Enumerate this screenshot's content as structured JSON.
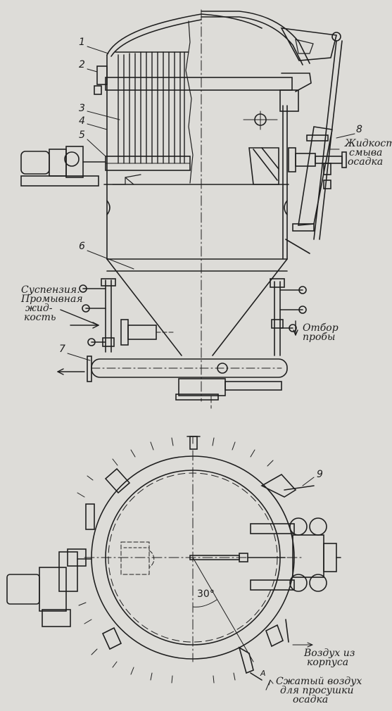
{
  "callouts": [
    "1",
    "2",
    "3",
    "4",
    "5",
    "6",
    "7",
    "8",
    "9"
  ],
  "labels": {
    "washing_liquid": [
      "Жидкость",
      "смыва",
      "осадка"
    ],
    "suspension": [
      "Суспензия.",
      "Промывная",
      "жид-",
      "кость"
    ],
    "sampling": [
      "Отбор",
      "пробы"
    ],
    "air_out": [
      "Воздух из",
      "корпуса"
    ],
    "compressed_air": [
      "Сжатый воздух",
      "для просушки",
      "осадка"
    ],
    "point_a": "A",
    "angle": "30°"
  },
  "colors": {
    "ink": "#1c1c1c",
    "paper": "#dddcd8"
  }
}
